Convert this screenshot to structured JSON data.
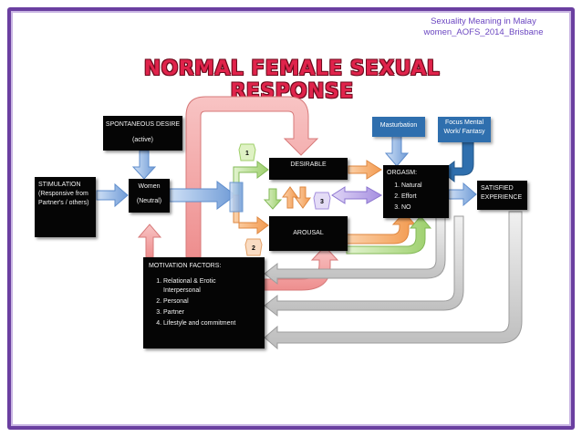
{
  "credit": {
    "line1": "Sexuality Meaning in Malay",
    "line2": "women_AOFS_2014_Brisbane"
  },
  "title": "NORMAL FEMALE SEXUAL RESPONSE",
  "nodes": {
    "spontaneous": {
      "title": "SPONTANEOUS DESIRE",
      "sub": "(active)"
    },
    "stimulation": {
      "text": "STIMULATION (Responsive from Partner's / others)"
    },
    "women": {
      "title": "Women",
      "sub": "(Neutral)"
    },
    "desirable": {
      "text": "DESIRABLE"
    },
    "arousal": {
      "text": "AROUSAL"
    },
    "masturbation": {
      "text": "Masturbation"
    },
    "focus": {
      "text": "Focus Mental Work/ Fantasy"
    },
    "orgasm": {
      "title": "ORGASM:",
      "items": [
        "Natural",
        "Effort",
        "NO"
      ]
    },
    "satisfied": {
      "text": "SATISFIED EXPERIENCE"
    },
    "motivation": {
      "title": "MOTIVATION FACTORS:",
      "items": [
        "Relational & Erotic Interpersonal",
        "Personal",
        "Partner",
        "Lifestyle and  commitment"
      ]
    }
  },
  "badges": [
    "1",
    "2",
    "3"
  ],
  "colors": {
    "frame_purple": "#7b4bb0",
    "title_red": "#e0234b",
    "pink_arrow": "#f4a6a6",
    "blue_arrow": "#8fb3e3",
    "green_arrow": "#b5de8a",
    "orange_arrow": "#f6ad6c",
    "grey_arrow": "#cfcfcf",
    "violet_arrow": "#b9a4e6"
  }
}
